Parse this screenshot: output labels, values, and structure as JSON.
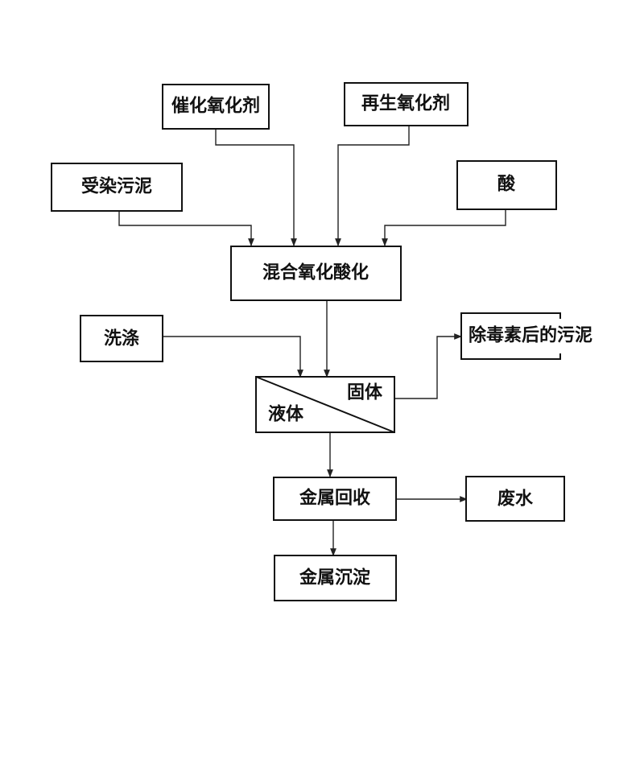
{
  "nodes": {
    "catalytic_oxidant": "催化氧化剂",
    "regenerated_oxidant": "再生氧化剂",
    "contaminated_sludge": "受染污泥",
    "acid": "酸",
    "mixing_oxidation_acidification": "混合氧化酸化",
    "washing": "洗涤",
    "separator_solid": "固体",
    "separator_liquid": "液体",
    "detoxified_sludge": "除毒素后的污泥",
    "metal_recovery": "金属回收",
    "wastewater": "废水",
    "metal_precipitation": "金属沉淀"
  }
}
